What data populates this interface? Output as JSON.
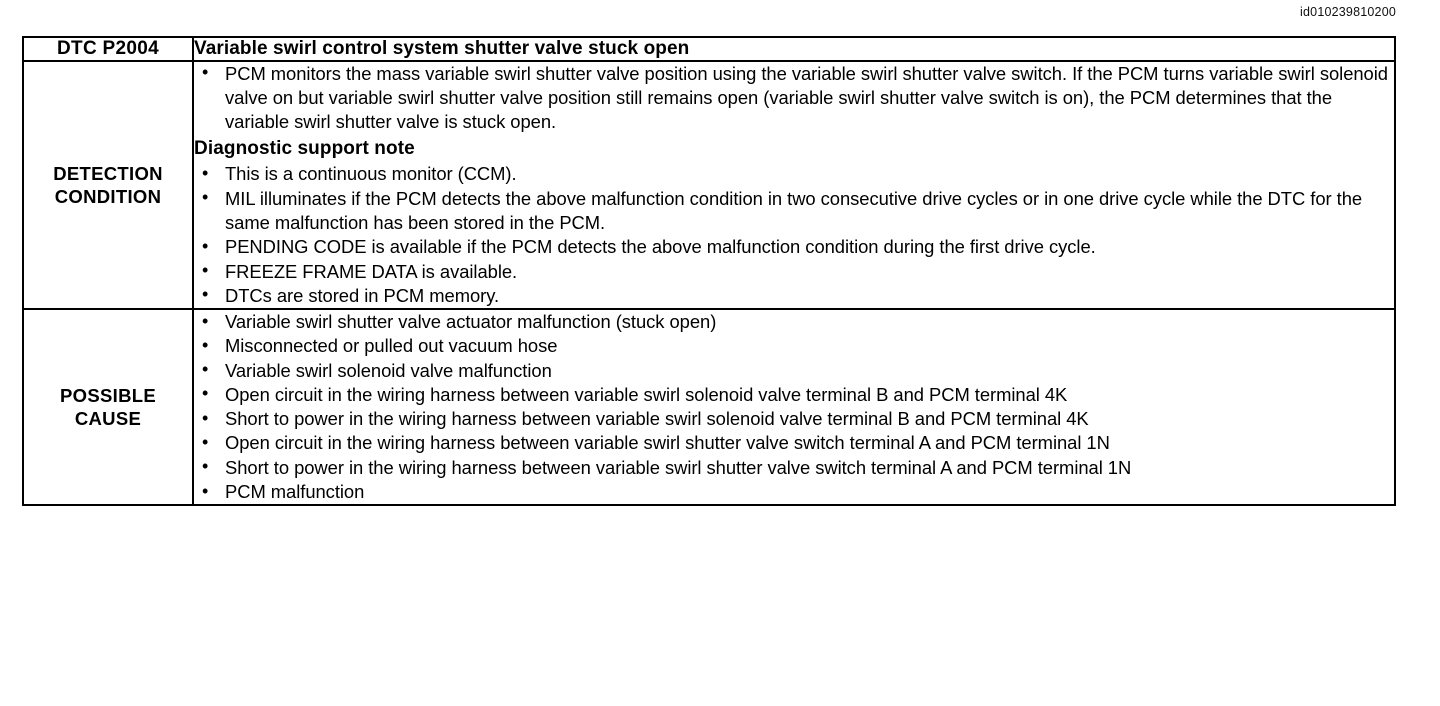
{
  "document": {
    "id_stamp": "id010239810200"
  },
  "table": {
    "header": {
      "code_label": "DTC P2004",
      "description": "Variable swirl control system shutter valve stuck open"
    },
    "rows": [
      {
        "label_lines": [
          "DETECTION",
          "CONDITION"
        ],
        "intro_bullets": [
          "PCM monitors the mass variable swirl shutter valve position using the variable swirl shutter valve switch. If the PCM turns variable swirl solenoid valve on but variable swirl shutter valve position still remains open (variable swirl shutter valve switch is on), the PCM determines that the variable swirl shutter valve is stuck open."
        ],
        "subheading": "Diagnostic support note",
        "note_bullets": [
          "This is a continuous monitor (CCM).",
          "MIL illuminates if the PCM detects the above malfunction condition in two consecutive drive cycles or in one drive cycle while the DTC for the same malfunction has been stored in the PCM.",
          "PENDING CODE is available if the PCM detects the above malfunction condition during the first drive cycle.",
          "FREEZE FRAME DATA is available.",
          "DTCs are stored in PCM memory."
        ]
      },
      {
        "label_lines": [
          "POSSIBLE",
          "CAUSE"
        ],
        "bullets": [
          "Variable swirl shutter valve actuator malfunction (stuck open)",
          "Misconnected or pulled out vacuum hose",
          "Variable swirl solenoid valve malfunction",
          "Open circuit in the wiring harness between variable swirl solenoid valve terminal B and PCM terminal 4K",
          "Short to power in the wiring harness between variable swirl solenoid valve terminal B and PCM terminal 4K",
          "Open circuit in the wiring harness between variable swirl shutter valve switch terminal A and PCM terminal 1N",
          "Short to power in the wiring harness between variable swirl shutter valve switch terminal A and PCM terminal 1N",
          "PCM malfunction"
        ]
      }
    ]
  },
  "colors": {
    "ink": "#000000",
    "paper": "#ffffff"
  }
}
